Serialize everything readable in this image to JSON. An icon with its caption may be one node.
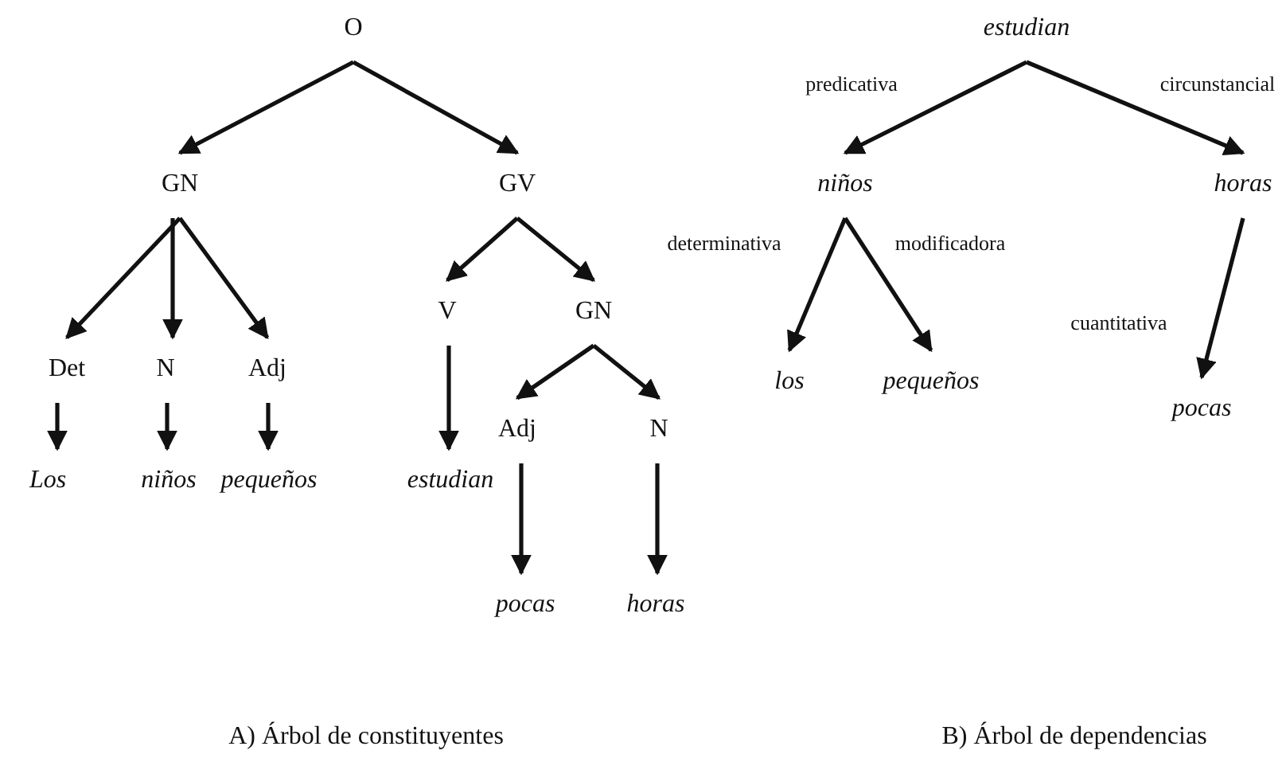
{
  "diagram": {
    "nodes": [
      {
        "text": [
          "O"
        ]
      },
      {
        "text": [
          "GN"
        ]
      },
      {
        "text": [
          "GV"
        ]
      },
      {
        "text": [
          "Det"
        ]
      },
      {
        "text": [
          "N"
        ]
      },
      {
        "text": [
          "Adj"
        ]
      },
      {
        "text": [
          "V"
        ]
      },
      {
        "text": [
          "GN"
        ]
      },
      {
        "text": [
          "Los"
        ]
      },
      {
        "text": [
          "niños"
        ]
      },
      {
        "text": [
          "pequeños"
        ]
      },
      {
        "text": [
          "estudian"
        ]
      },
      {
        "text": [
          "Adj"
        ]
      },
      {
        "text": [
          "N"
        ]
      },
      {
        "text": [
          "pocas"
        ]
      },
      {
        "text": [
          "horas"
        ]
      },
      {
        "text": [
          "estudian"
        ]
      },
      {
        "text": [
          "niños"
        ]
      },
      {
        "text": [
          "horas"
        ]
      },
      {
        "text": [
          "los"
        ]
      },
      {
        "text": [
          "pequeños"
        ]
      },
      {
        "text": [
          "pocas"
        ]
      }
    ],
    "edges": [
      {
        "from": 0,
        "to": 1,
        "arrow": "to"
      },
      {
        "from": 0,
        "to": 2,
        "arrow": "to"
      },
      {
        "from": 1,
        "to": 3,
        "arrow": "to"
      },
      {
        "from": 1,
        "to": 4,
        "arrow": "to"
      },
      {
        "from": 1,
        "to": 5,
        "arrow": "to"
      },
      {
        "from": 3,
        "to": 8,
        "arrow": "to"
      },
      {
        "from": 4,
        "to": 9,
        "arrow": "to"
      },
      {
        "from": 5,
        "to": 10,
        "arrow": "to"
      },
      {
        "from": 2,
        "to": 6,
        "arrow": "to"
      },
      {
        "from": 2,
        "to": 7,
        "arrow": "to"
      },
      {
        "from": 6,
        "to": 11,
        "arrow": "to"
      },
      {
        "from": 7,
        "to": 12,
        "arrow": "to"
      },
      {
        "from": 7,
        "to": 13,
        "arrow": "to"
      },
      {
        "from": 12,
        "to": 14,
        "arrow": "to"
      },
      {
        "from": 13,
        "to": 15,
        "arrow": "to"
      },
      {
        "from": 16,
        "to": 17,
        "arrow": "to",
        "label": "predicativa"
      },
      {
        "from": 16,
        "to": 18,
        "arrow": "to",
        "label": "circunstancial"
      },
      {
        "from": 17,
        "to": 19,
        "arrow": "to",
        "label": "determinativa"
      },
      {
        "from": 17,
        "to": 20,
        "arrow": "to",
        "label": "modificadora"
      },
      {
        "from": 18,
        "to": 21,
        "arrow": "to",
        "label": "cuantitativa"
      }
    ],
    "labels": [
      "A) Árbol de constituyentes",
      "B) Árbol de dependencias"
    ]
  }
}
